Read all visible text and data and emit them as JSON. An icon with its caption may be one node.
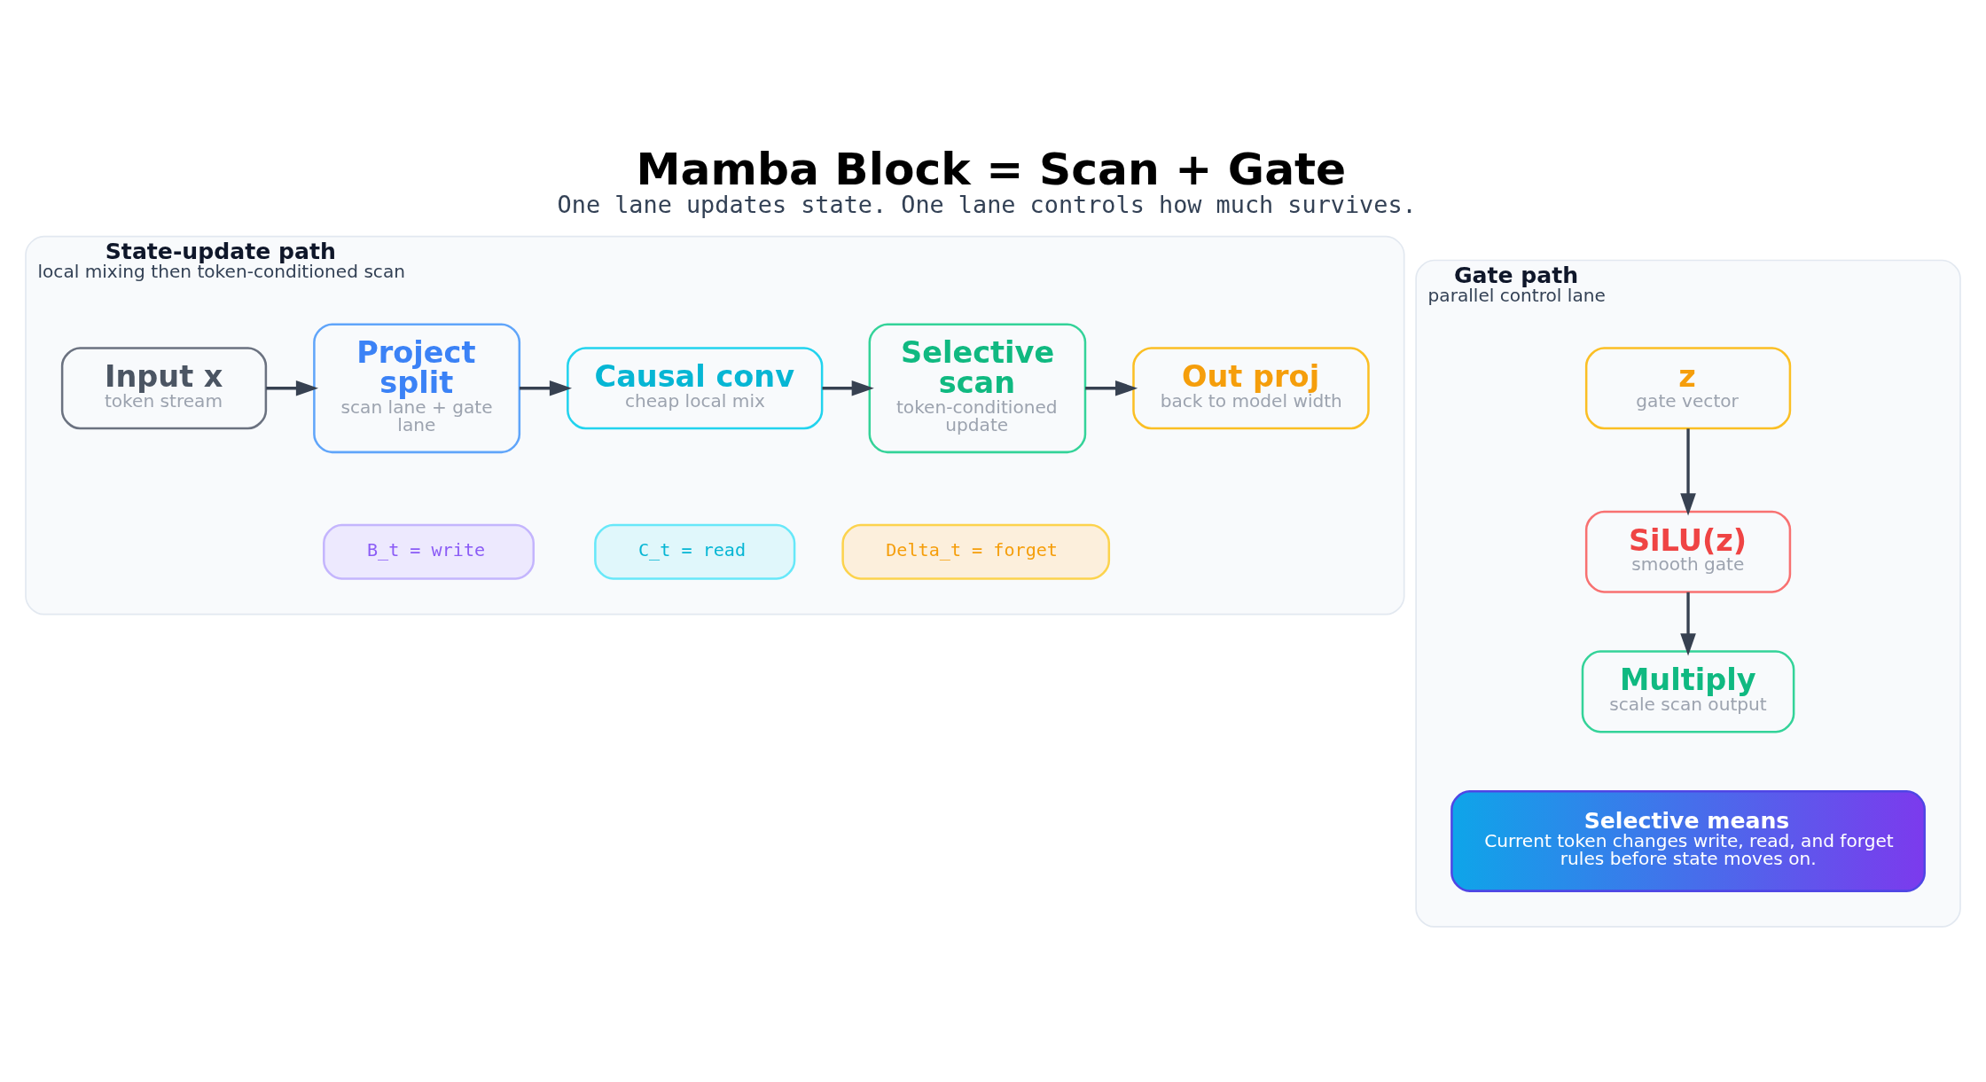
{
  "diagram": {
    "title": "Mamba Block = Scan + Gate",
    "caption": "One lane updates state. One lane controls how much survives.",
    "nodes": [
      {
        "text": [
          "State-update path",
          "local mixing then token-conditioned scan"
        ]
      },
      {
        "text": [
          "Input x",
          "token stream"
        ],
        "in": 0
      },
      {
        "text": [
          "Project split",
          "scan lane + gate lane"
        ],
        "in": 0
      },
      {
        "text": [
          "Causal conv",
          "cheap local mix"
        ],
        "in": 0
      },
      {
        "text": [
          "Selective scan",
          "token-conditioned update"
        ],
        "in": 0
      },
      {
        "text": [
          "Out proj",
          "back to model width"
        ],
        "in": 0
      },
      {
        "text": [
          "B_t = write"
        ],
        "in": 0
      },
      {
        "text": [
          "C_t = read"
        ],
        "in": 0
      },
      {
        "text": [
          "Delta_t = forget"
        ],
        "in": 0
      },
      {
        "text": [
          "Gate path",
          "parallel control lane"
        ]
      },
      {
        "text": [
          "z",
          "gate vector"
        ],
        "in": 9
      },
      {
        "text": [
          "SiLU(z)",
          "smooth gate"
        ],
        "in": 9
      },
      {
        "text": [
          "Multiply",
          "scale scan output"
        ],
        "in": 9
      },
      {
        "text": [
          "Selective means",
          "Current token changes write, read, and forget rules before state moves on."
        ],
        "in": 9
      }
    ],
    "edges": [
      {
        "from": 1,
        "to": 2,
        "arrow": "to"
      },
      {
        "from": 2,
        "to": 3,
        "arrow": "to"
      },
      {
        "from": 3,
        "to": 4,
        "arrow": "to"
      },
      {
        "from": 4,
        "to": 5,
        "arrow": "to"
      },
      {
        "from": 10,
        "to": 11,
        "arrow": "to"
      },
      {
        "from": 11,
        "to": 12,
        "arrow": "to"
      }
    ]
  }
}
